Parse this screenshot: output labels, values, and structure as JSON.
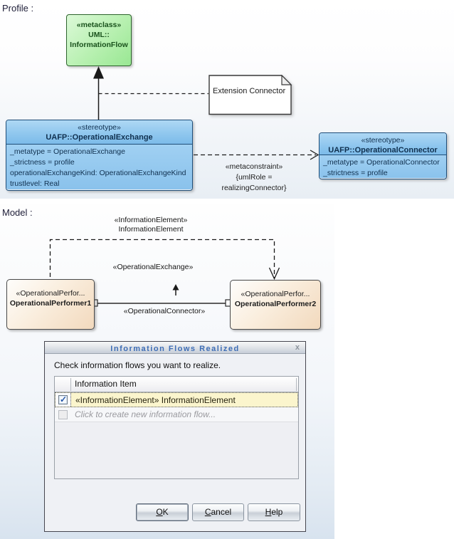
{
  "profile": {
    "section_label": "Profile :",
    "metaclass": {
      "stereotype": "«metaclass»",
      "name_line1": "UML::",
      "name_line2": "InformationFlow"
    },
    "note": {
      "text": "Extension Connector"
    },
    "exchange": {
      "stereotype": "«stereotype»",
      "name": "UAFP::OperationalExchange",
      "attributes": [
        "_metatype = OperationalExchange",
        "_strictness = profile",
        "operationalExchangeKind: OperationalExchangeKind",
        "trustlevel: Real"
      ]
    },
    "connector": {
      "stereotype": "«stereotype»",
      "name": "UAFP::OperationalConnector",
      "attributes": [
        "_metatype = OperationalConnector",
        "_strictness = profile"
      ]
    },
    "metaconstraint": {
      "line1": "«metaconstraint»",
      "line2": "{umlRole =",
      "line3": "realizingConnector}"
    }
  },
  "model": {
    "section_label": "Model :",
    "information_element_label": {
      "line1": "«InformationElement»",
      "line2": "InformationElement"
    },
    "operational_exchange_label": "«OperationalExchange»",
    "operational_connector_label": "«OperationalConnector»",
    "performer1": {
      "stereotype": "«OperationalPerfor...",
      "name": "OperationalPerformer1"
    },
    "performer2": {
      "stereotype": "«OperationalPerfor...",
      "name": "OperationalPerformer2"
    }
  },
  "dialog": {
    "title": "Information Flows Realized",
    "close_label": "x",
    "instruction": "Check information flows you want to realize.",
    "table": {
      "header": "Information Item",
      "rows": [
        {
          "checked": true,
          "label": "«InformationElement» InformationElement"
        },
        {
          "checked": false,
          "label": "Click to create new information flow..."
        }
      ]
    },
    "buttons": {
      "ok": "OK",
      "cancel": "Cancel",
      "help": "Help"
    }
  },
  "colors": {
    "metaclass_fill": "#b7f0b0",
    "metaclass_border": "#2e652e",
    "stereotype_fill": "#8ec6ee",
    "stereotype_border": "#1f4e79",
    "performer_fill": "#f2d9bd",
    "selected_row_fill": "#fbf5cd",
    "dialog_title_text": "#3e6db5",
    "dialog_bg": "#eff1f5"
  }
}
